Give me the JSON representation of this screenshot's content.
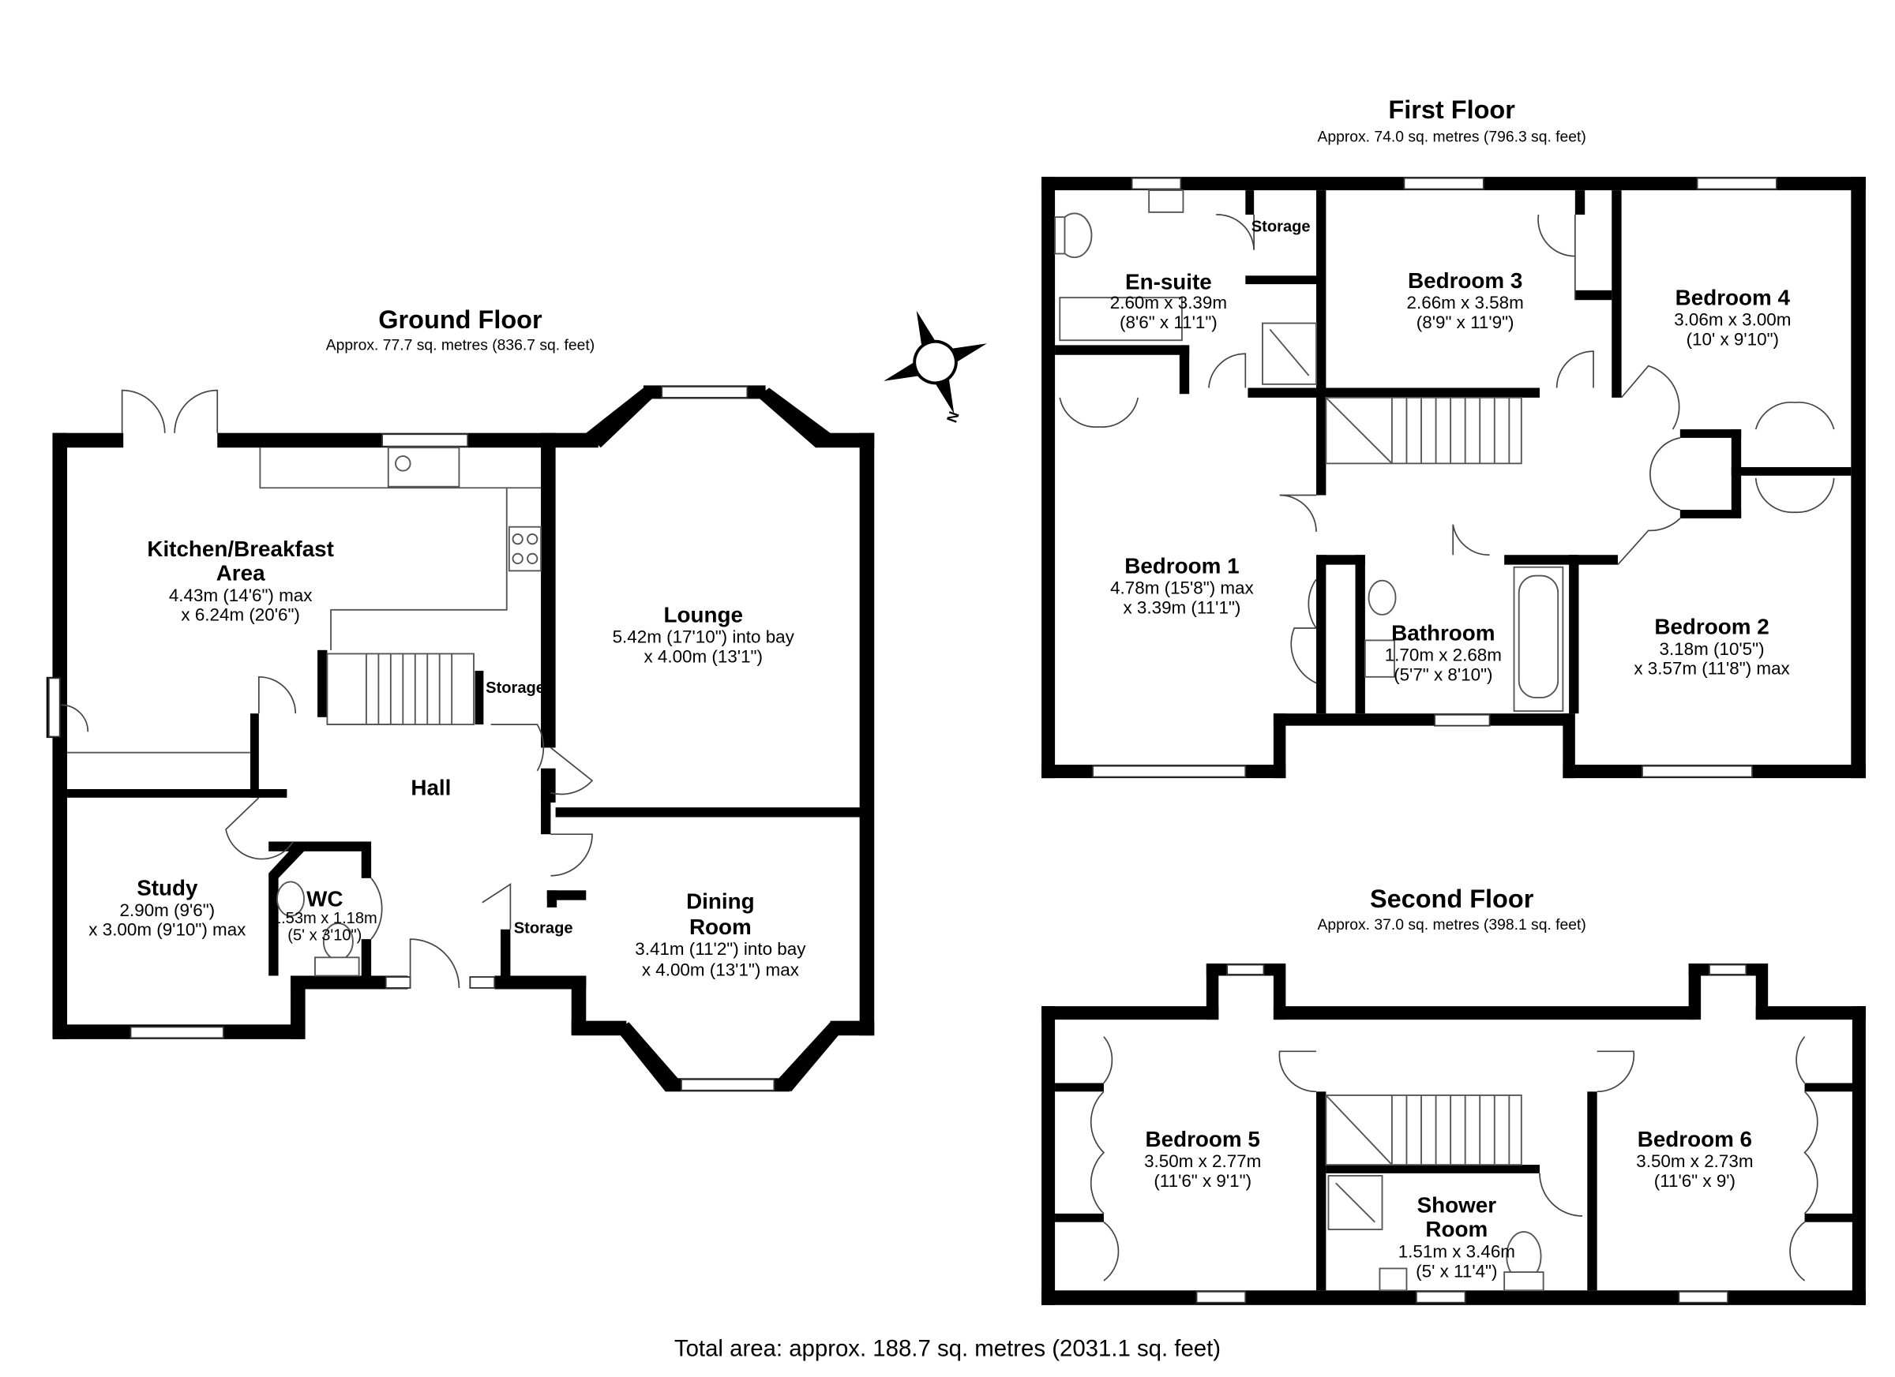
{
  "footer": {
    "total_area": "Total area: approx. 188.7 sq. metres (2031.1 sq. feet)"
  },
  "compass": {
    "label": "N"
  },
  "ground_floor": {
    "title": "Ground Floor",
    "area": "Approx. 77.7 sq. metres (836.7 sq. feet)",
    "rooms": {
      "kitchen": {
        "name_line1": "Kitchen/Breakfast",
        "name_line2": "Area",
        "dim_line1": "4.43m (14'6\") max",
        "dim_line2": "x 6.24m (20'6\")"
      },
      "lounge": {
        "name": "Lounge",
        "dim_line1": "5.42m (17'10\") into bay",
        "dim_line2": "x 4.00m (13'1\")"
      },
      "hall": {
        "name": "Hall"
      },
      "storage_upper": {
        "name": "Storage"
      },
      "storage_lower": {
        "name": "Storage"
      },
      "study": {
        "name": "Study",
        "dim_line1": "2.90m (9'6\")",
        "dim_line2": "x 3.00m (9'10\") max"
      },
      "wc": {
        "name": "WC",
        "dim_line1": "1.53m x 1.18m",
        "dim_line2": "(5' x 3'10\")"
      },
      "dining": {
        "name_line1": "Dining",
        "name_line2": "Room",
        "dim_line1": "3.41m (11'2\") into bay",
        "dim_line2": "x 4.00m (13'1\") max"
      }
    }
  },
  "first_floor": {
    "title": "First Floor",
    "area": "Approx. 74.0 sq. metres (796.3 sq. feet)",
    "rooms": {
      "ensuite": {
        "name": "En-suite",
        "dim_line1": "2.60m x 3.39m",
        "dim_line2": "(8'6\" x 11'1\")"
      },
      "storage": {
        "name": "Storage"
      },
      "bedroom3": {
        "name": "Bedroom 3",
        "dim_line1": "2.66m x 3.58m",
        "dim_line2": "(8'9\" x 11'9\")"
      },
      "bedroom4": {
        "name": "Bedroom 4",
        "dim_line1": "3.06m x 3.00m",
        "dim_line2": "(10' x 9'10\")"
      },
      "bedroom1": {
        "name": "Bedroom 1",
        "dim_line1": "4.78m (15'8\") max",
        "dim_line2": "x 3.39m (11'1\")"
      },
      "bathroom": {
        "name": "Bathroom",
        "dim_line1": "1.70m x 2.68m",
        "dim_line2": "(5'7\" x 8'10\")"
      },
      "bedroom2": {
        "name": "Bedroom 2",
        "dim_line1": "3.18m (10'5\")",
        "dim_line2": "x 3.57m (11'8\") max"
      }
    }
  },
  "second_floor": {
    "title": "Second Floor",
    "area": "Approx. 37.0 sq. metres (398.1 sq. feet)",
    "rooms": {
      "bedroom5": {
        "name": "Bedroom 5",
        "dim_line1": "3.50m x 2.77m",
        "dim_line2": "(11'6\" x 9'1\")"
      },
      "shower": {
        "name_line1": "Shower",
        "name_line2": "Room",
        "dim_line1": "1.51m x 3.46m",
        "dim_line2": "(5' x 11'4\")"
      },
      "bedroom6": {
        "name": "Bedroom 6",
        "dim_line1": "3.50m x 2.73m",
        "dim_line2": "(11'6\" x 9')"
      }
    }
  }
}
